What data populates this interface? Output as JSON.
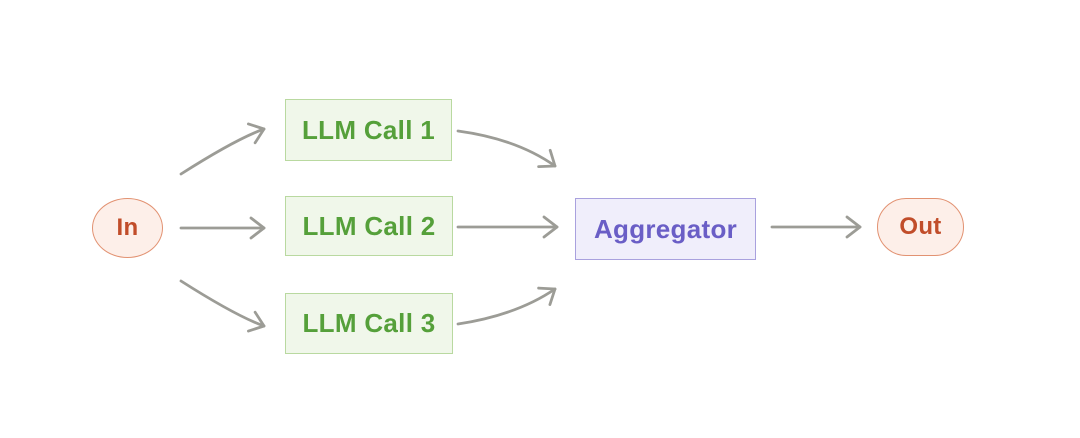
{
  "diagram": {
    "nodes": {
      "in": {
        "label": "In"
      },
      "llm_call_1": {
        "label": "LLM Call 1"
      },
      "llm_call_2": {
        "label": "LLM Call 2"
      },
      "llm_call_3": {
        "label": "LLM Call 3"
      },
      "aggregator": {
        "label": "Aggregator"
      },
      "out": {
        "label": "Out"
      }
    },
    "edges": [
      {
        "from": "In",
        "to": "LLM Call 1",
        "shape": "curved-up"
      },
      {
        "from": "In",
        "to": "LLM Call 2",
        "shape": "straight"
      },
      {
        "from": "In",
        "to": "LLM Call 3",
        "shape": "curved-down"
      },
      {
        "from": "LLM Call 1",
        "to": "Aggregator",
        "shape": "curved-down"
      },
      {
        "from": "LLM Call 2",
        "to": "Aggregator",
        "shape": "straight"
      },
      {
        "from": "LLM Call 3",
        "to": "Aggregator",
        "shape": "curved-up"
      },
      {
        "from": "Aggregator",
        "to": "Out",
        "shape": "straight"
      }
    ],
    "colors": {
      "background": "#ffffff",
      "arrow": "#9c9c96",
      "green_text": "#55a03a",
      "green_fill": "#f0f7ea",
      "green_border": "#b9d9a0",
      "purple_text": "#6a5ec6",
      "purple_fill": "#f0eefb",
      "purple_border": "#a9a1de",
      "red_text": "#c14d2a",
      "red_fill": "#fdefe9",
      "red_border": "#e29272"
    }
  }
}
